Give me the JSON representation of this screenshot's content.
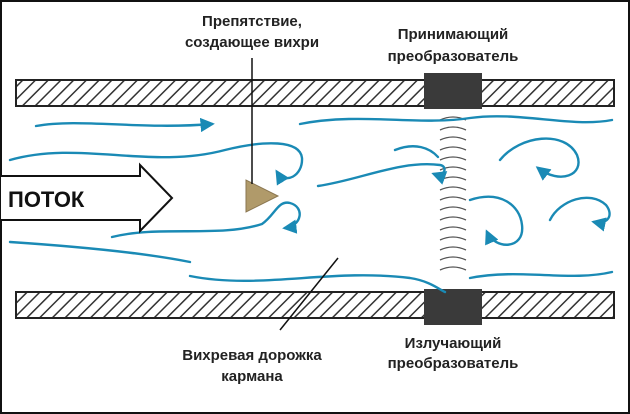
{
  "labels": {
    "obstacle": [
      "Препятствие,",
      "создающее вихри"
    ],
    "receiver": [
      "Принимающий",
      "преобразователь"
    ],
    "emitter": [
      "Излучающий",
      "преобразователь"
    ],
    "vortex_street": [
      "Вихревая дорожка",
      "кармана"
    ],
    "flow": "ПОТОК"
  },
  "colors": {
    "stream": "#1a8ab5",
    "pipe_hatch": "#333333",
    "transducer": "#3a3a3a",
    "obstacle": "#b09a6a",
    "frame": "#111111"
  },
  "icons": {
    "flow_arrow": "arrow-right-outline",
    "obstacle": "triangle-bluff-body"
  }
}
